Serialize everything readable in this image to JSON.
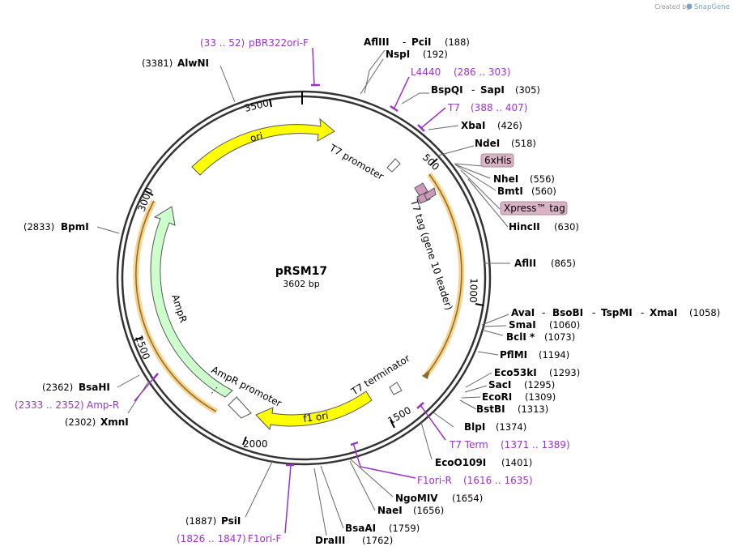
{
  "credit": {
    "prefix": "Created by",
    "brand": "SnapGene"
  },
  "plasmid": {
    "name": "pRSM17",
    "size": "3602 bp"
  },
  "ticks": [
    "500",
    "1000",
    "1500",
    "2000",
    "2500",
    "3000",
    "3500"
  ],
  "features": {
    "ori": "ori",
    "t7_promoter": "T7 promoter",
    "t7_tag": "T7 tag (gene 10 leader)",
    "t7_terminator": "T7 terminator",
    "f1_ori": "f1 ori",
    "ampr_promoter": "AmpR promoter",
    "ampr": "AmpR"
  },
  "boxed": {
    "his": "6xHis",
    "xpress": "Xpress™ tag"
  },
  "sites": {
    "aflIII": "AflIII",
    "pciI": "PciI",
    "aflIII_pos": "(188)",
    "nspI": "NspI",
    "nspI_pos": "(192)",
    "bspQI": "BspQI",
    "sapI": "SapI",
    "bspQI_pos": "(305)",
    "xbaI": "XbaI",
    "xbaI_pos": "(426)",
    "ndeI": "NdeI",
    "ndeI_pos": "(518)",
    "nheI": "NheI",
    "nheI_pos": "(556)",
    "bmtI": "BmtI",
    "bmtI_pos": "(560)",
    "hincII": "HincII",
    "hincII_pos": "(630)",
    "aflII": "AflII",
    "aflII_pos": "(865)",
    "avaI": "AvaI",
    "bsoBI": "BsoBI",
    "tspMI": "TspMI",
    "xmaI": "XmaI",
    "avaI_pos": "(1058)",
    "smaI": "SmaI",
    "smaI_pos": "(1060)",
    "bclI": "BclI *",
    "bclI_pos": "(1073)",
    "pflMI": "PflMI",
    "pflMI_pos": "(1194)",
    "eco53kI": "Eco53kI",
    "eco53kI_pos": "(1293)",
    "sacI": "SacI",
    "sacI_pos": "(1295)",
    "ecoRI": "EcoRI",
    "ecoRI_pos": "(1309)",
    "bstBI": "BstBI",
    "bstBI_pos": "(1313)",
    "blpI": "BlpI",
    "blpI_pos": "(1374)",
    "ecoO109I": "EcoO109I",
    "ecoO109I_pos": "(1401)",
    "ngoMIV": "NgoMIV",
    "ngoMIV_pos": "(1654)",
    "naeI": "NaeI",
    "naeI_pos": "(1656)",
    "bsaAI": "BsaAI",
    "bsaAI_pos": "(1759)",
    "draIII": "DraIII",
    "draIII_pos": "(1762)",
    "psiI": "PsiI",
    "psiI_pos": "(1887)",
    "xmnI": "XmnI",
    "xmnI_pos": "(2302)",
    "bsaHI": "BsaHI",
    "bsaHI_pos": "(2362)",
    "bpmI": "BpmI",
    "bpmI_pos": "(2833)",
    "alwNI": "AlwNI",
    "alwNI_pos": "(3381)"
  },
  "primers": {
    "pbr322": "pBR322ori-F",
    "pbr322_pos": "(33 .. 52)",
    "l4440": "L4440",
    "l4440_pos": "(286 .. 303)",
    "t7": "T7",
    "t7_pos": "(388 .. 407)",
    "t7term": "T7 Term",
    "t7term_pos": "(1371 .. 1389)",
    "f1orir": "F1ori-R",
    "f1orir_pos": "(1616 .. 1635)",
    "f1orif": "F1ori-F",
    "f1orif_pos": "(1826 .. 1847)",
    "ampr": "Amp-R",
    "ampr_pos": "(2333 .. 2352)"
  }
}
